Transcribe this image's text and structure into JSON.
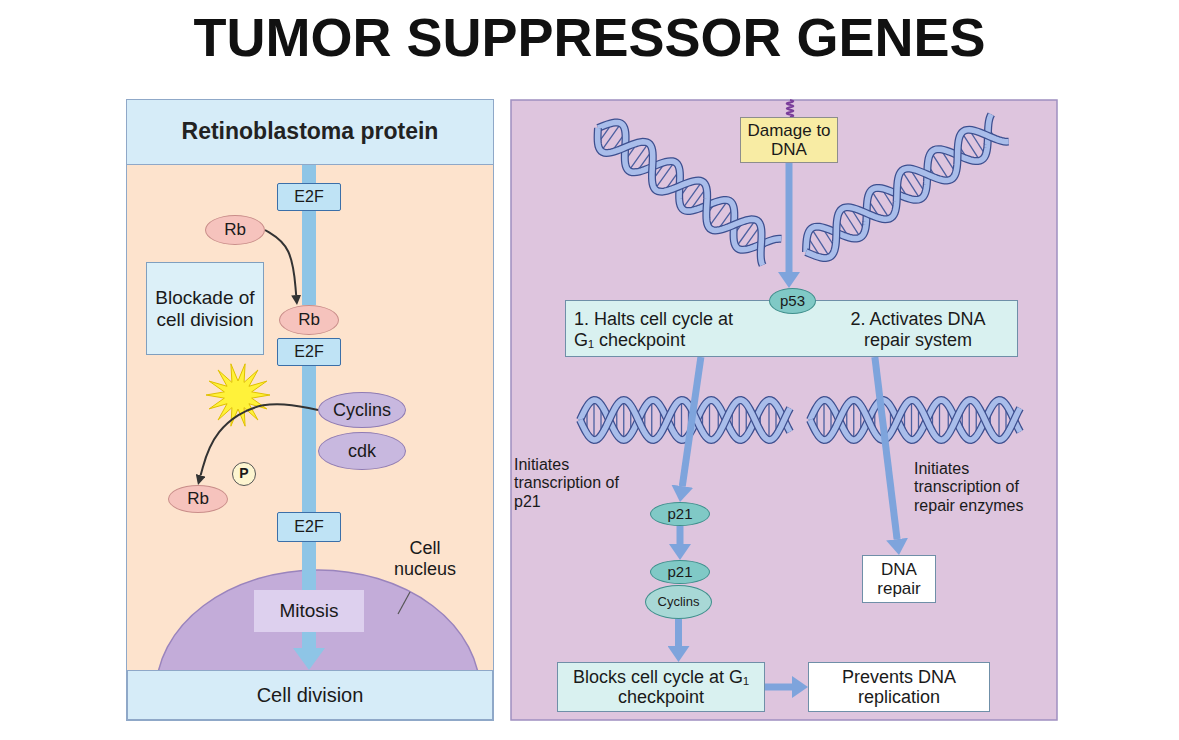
{
  "diagram": {
    "title": "TUMOR SUPPRESSOR GENES",
    "nodes": [
      {
        "text": [
          "Retinoblastoma protein"
        ]
      },
      {
        "text": [
          "E2F"
        ],
        "in": 0
      },
      {
        "text": [
          "Rb"
        ],
        "in": 0
      },
      {
        "text": [
          "Blockade of cell division"
        ],
        "in": 0
      },
      {
        "text": [
          "Rb"
        ],
        "in": 0
      },
      {
        "text": [
          "E2F"
        ],
        "in": 0
      },
      {
        "text": [
          "Cyclins"
        ],
        "in": 0
      },
      {
        "text": [
          "cdk"
        ],
        "in": 0
      },
      {
        "text": [
          "Rb"
        ],
        "in": 0
      },
      {
        "text": [
          "P"
        ],
        "in": 0
      },
      {
        "text": [
          "E2F"
        ],
        "in": 0
      },
      {
        "text": [
          "Mitosis"
        ],
        "in": 0
      },
      {
        "text": [
          "Cell division"
        ],
        "in": 0
      },
      {
        "text": [
          "Damage to DNA"
        ]
      },
      {
        "text": [
          "1. Halts cell cycle at G₁ checkpoint",
          "2. Activates DNA repair system"
        ]
      },
      {
        "text": [
          "p53"
        ],
        "in": 14
      },
      {
        "text": [
          "p21"
        ]
      },
      {
        "text": [
          "p21"
        ]
      },
      {
        "text": [
          "Cyclins"
        ]
      },
      {
        "text": [
          "Blocks cell cycle at G₁ checkpoint"
        ]
      },
      {
        "text": [
          "Prevents DNA replication"
        ]
      },
      {
        "text": [
          "DNA repair"
        ]
      }
    ],
    "edges": [
      {
        "from": 1,
        "to": 4,
        "arrow": "none"
      },
      {
        "from": 2,
        "to": 4,
        "arrow": "to"
      },
      {
        "from": 5,
        "to": 10,
        "arrow": "none"
      },
      {
        "from": 6,
        "to": 8,
        "arrow": "to"
      },
      {
        "from": 10,
        "to": 11,
        "arrow": "none"
      },
      {
        "from": 11,
        "to": 12,
        "arrow": "to"
      },
      {
        "from": 13,
        "to": 15,
        "arrow": "to"
      },
      {
        "from": 14,
        "to": 16,
        "arrow": "to"
      },
      {
        "from": 14,
        "to": 21,
        "arrow": "to"
      },
      {
        "from": 16,
        "to": 17,
        "arrow": "to"
      },
      {
        "from": 18,
        "to": 19,
        "arrow": "to"
      },
      {
        "from": 19,
        "to": 20,
        "arrow": "to"
      }
    ],
    "labels": [
      "Cell nucleus",
      "Initiates transcription of p21",
      "Initiates transcription of repair enzymes"
    ]
  }
}
